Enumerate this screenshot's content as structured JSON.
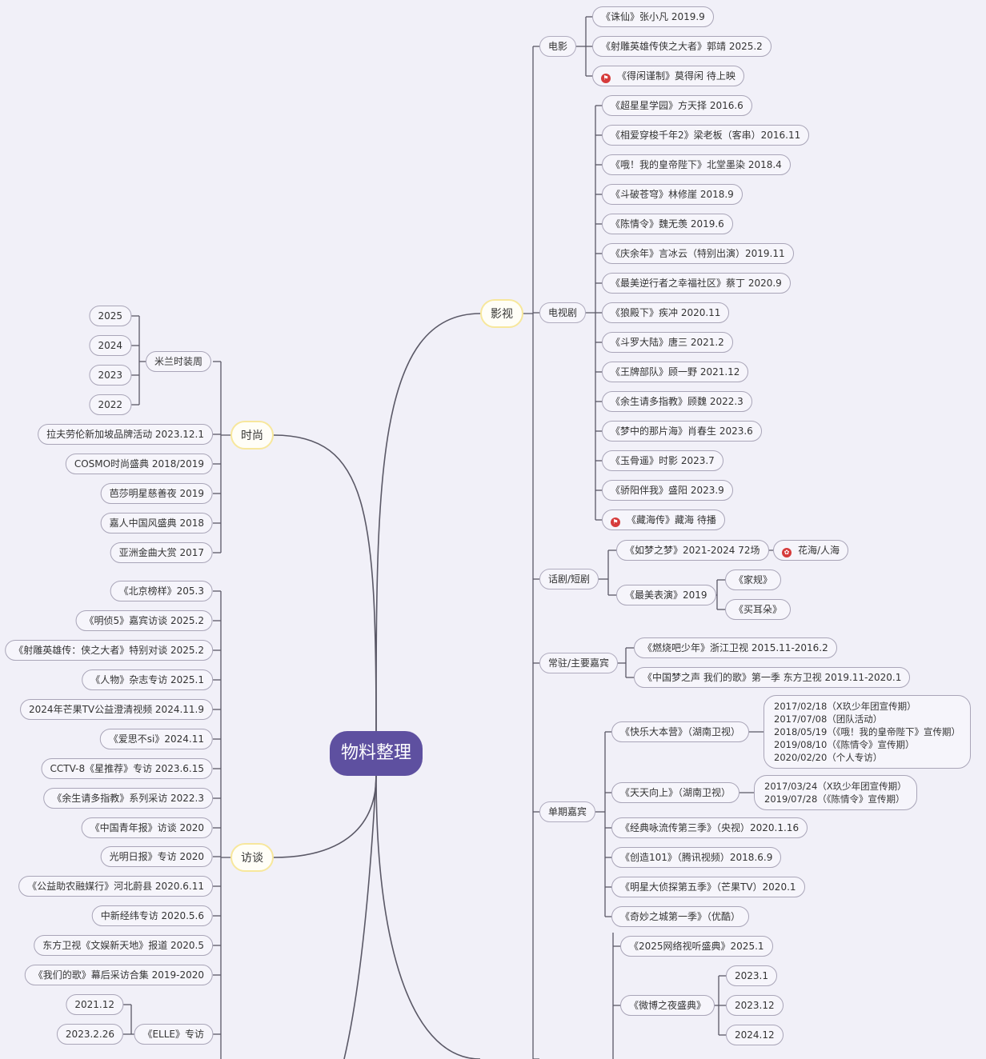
{
  "root": "物料整理",
  "topics": {
    "yingshi": "影视",
    "shishang": "时尚",
    "fangtan": "访谈"
  },
  "film": {
    "label": "电影",
    "items": [
      "《诛仙》张小凡 2019.9",
      "《射雕英雄传侠之大者》郭靖 2025.2",
      "《得闲谨制》莫得闲 待上映"
    ]
  },
  "tv": {
    "label": "电视剧",
    "items": [
      "《超星星学园》方天择 2016.6",
      "《相爱穿梭千年2》梁老板（客串）2016.11",
      "《哦！我的皇帝陛下》北堂墨染 2018.4",
      "《斗破苍穹》林修崖 2018.9",
      "《陈情令》魏无羡 2019.6",
      "《庆余年》言冰云（特别出演）2019.11",
      "《最美逆行者之幸福社区》蔡丁 2020.9",
      "《狼殿下》疾冲 2020.11",
      "《斗罗大陆》唐三 2021.2",
      "《王牌部队》顾一野 2021.12",
      "《余生请多指教》顾魏 2022.3",
      "《梦中的那片海》肖春生 2023.6",
      "《玉骨遥》时影 2023.7",
      "《骄阳伴我》盛阳 2023.9",
      "《藏海传》藏海 待播"
    ]
  },
  "drama": {
    "label": "话剧/短剧",
    "rumeng": "《如梦之梦》2021-2024 72场",
    "huahai": "花海/人海",
    "zuimei": "《最美表演》2019",
    "jiagui": "《家规》",
    "maierduo": "《买耳朵》"
  },
  "regular": {
    "label": "常驻/主要嘉宾",
    "items": [
      "《燃烧吧少年》浙江卫视 2015.11-2016.2",
      "《中国梦之声 我们的歌》第一季 东方卫视 2019.11-2020.1"
    ]
  },
  "single": {
    "label": "单期嘉宾",
    "kuaile": "《快乐大本营》（湖南卫视）",
    "kuaile_lines": [
      "2017/02/18（X玖少年团宣传期）",
      "2017/07/08（团队活动）",
      "2018/05/19（《哦！我的皇帝陛下》宣传期）",
      "2019/08/10（《陈情令》宣传期）",
      "2020/02/20（个人专访）"
    ],
    "tiantian": "《天天向上》（湖南卫视）",
    "tiantian_lines": [
      "2017/03/24（X玖少年团宣传期）",
      "2019/07/28（《陈情令》宣传期）"
    ],
    "others": [
      "《经典咏流传第三季》（央视）2020.1.16",
      "《创造101》（腾讯视频）2018.6.9",
      "《明星大侦探第五季》（芒果TV）2020.1",
      "《奇妙之城第一季》（优酷）"
    ]
  },
  "gala": {
    "wangluo": "《2025网络视听盛典》2025.1",
    "weibo": "《微博之夜盛典》",
    "weibo_years": [
      "2023.1",
      "2023.12",
      "2024.12"
    ]
  },
  "fashion": {
    "milan": "米兰时装周",
    "milan_years": [
      "2025",
      "2024",
      "2023",
      "2022"
    ],
    "items": [
      "拉夫劳伦新加坡品牌活动 2023.12.1",
      "COSMO时尚盛典 2018/2019",
      "芭莎明星慈善夜 2019",
      "嘉人中国风盛典 2018",
      "亚洲金曲大赏 2017"
    ]
  },
  "interview": {
    "items": [
      "《北京榜样》205.3",
      "《明侦5》嘉宾访谈 2025.2",
      "《射雕英雄传：侠之大者》特别对谈 2025.2",
      "《人物》杂志专访 2025.1",
      "2024年芒果TV公益澄清视频 2024.11.9",
      "《爱思不si》2024.11",
      "CCTV-8《星推荐》专访 2023.6.15",
      "《余生请多指教》系列采访 2022.3",
      "《中国青年报》访谈 2020",
      "光明日报》专访 2020",
      "《公益助农融媒行》河北蔚县 2020.6.11",
      "中新经纬专访 2020.5.6",
      "东方卫视《文娱新天地》报道 2020.5",
      "《我们的歌》幕后采访合集 2019-2020"
    ],
    "elle": "《ELLE》专访",
    "elle_dates": [
      "2021.12",
      "2023.2.26"
    ]
  },
  "colors": {
    "root": "#5e50a0",
    "topic_border": "#f7e79c",
    "line": "#5a5866",
    "node_border": "#a9a5b8",
    "flag": "#d63b3b"
  }
}
